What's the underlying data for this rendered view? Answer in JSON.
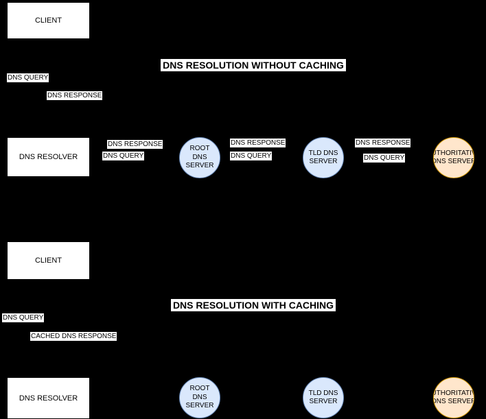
{
  "colors": {
    "background": "#000000",
    "node_fill": "#ffffff",
    "node_text": "#000000",
    "blue_fill": "#dae8fc",
    "blue_border": "#6c8ebf",
    "orange_fill": "#ffe6cc",
    "orange_border": "#d79b00",
    "label_bg": "#ffffff",
    "label_text": "#000000"
  },
  "section_without_caching": {
    "title": "DNS RESOLUTION WITHOUT CACHING",
    "client": "CLIENT",
    "resolver": "DNS RESOLVER",
    "client_query": "DNS QUERY",
    "client_response": "DNS RESPONSE",
    "root_response": "DNS RESPONSE",
    "root_query": "DNS QUERY",
    "tld_response": "DNS RESPONSE",
    "tld_query": "DNS QUERY",
    "auth_response": "DNS RESPONSE",
    "auth_query": "DNS QUERY",
    "root_server_lines": [
      "ROOT",
      "DNS",
      "SERVER"
    ],
    "tld_server_lines": [
      "TLD DNS",
      "SERVER"
    ],
    "auth_server_lines": [
      "AUTHORITATIVE",
      "DNS SERVER"
    ]
  },
  "section_with_caching": {
    "title": "DNS RESOLUTION WITH CACHING",
    "client": "CLIENT",
    "resolver": "DNS RESOLVER",
    "client_query": "DNS QUERY",
    "cached_response": "CACHED DNS RESPONSE",
    "root_server_lines": [
      "ROOT",
      "DNS",
      "SERVER"
    ],
    "tld_server_lines": [
      "TLD DNS",
      "SERVER"
    ],
    "auth_server_lines": [
      "AUTHORITATIVE",
      "DNS SERVER"
    ]
  }
}
